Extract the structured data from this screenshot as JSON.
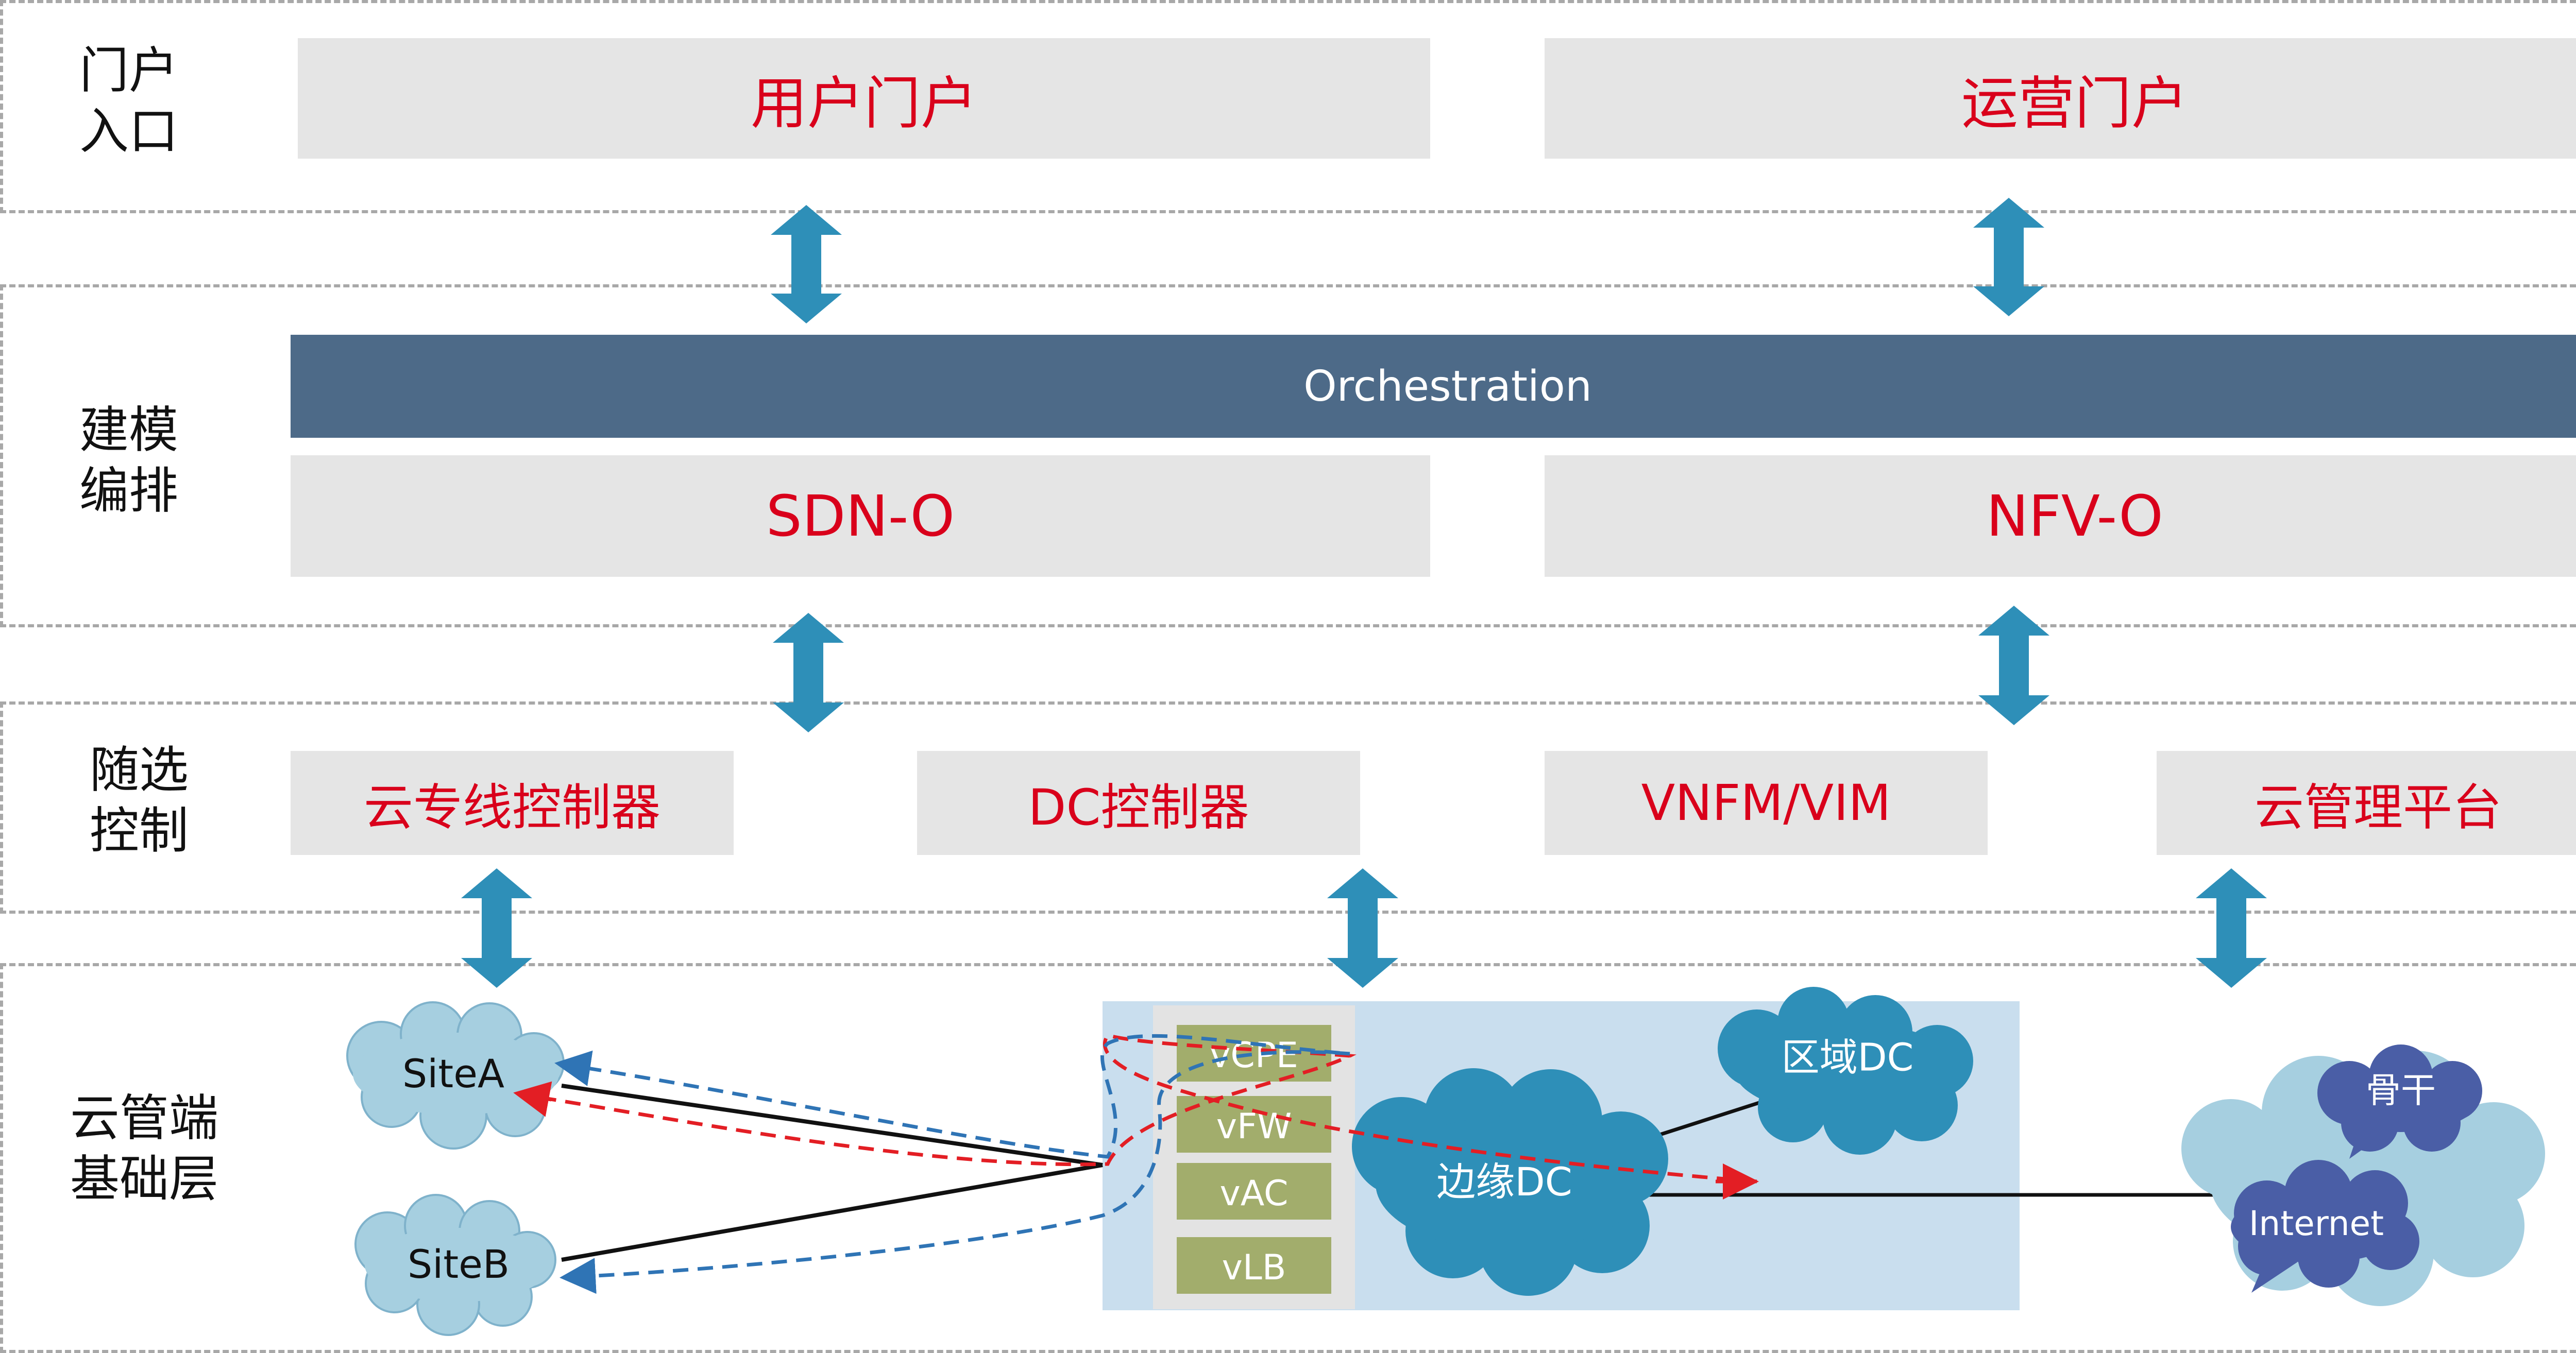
{
  "layers": {
    "portal": {
      "label": "门户\n入口",
      "user_portal": "用户门户",
      "ops_portal": "运营门户"
    },
    "orchestration": {
      "label": "建模\n编排",
      "bar": "Orchestration",
      "sdn_o": "SDN-O",
      "nfv_o": "NFV-O"
    },
    "control": {
      "label": "随选\n控制",
      "cloud_line_controller": "云专线控制器",
      "dc_controller": "DC控制器",
      "vnfm_vim": "VNFM/VIM",
      "cloud_mgmt": "云管理平台"
    },
    "infrastructure": {
      "label": "云管端\n基础层",
      "site_a": "SiteA",
      "site_b": "SiteB",
      "vnfs": [
        "vCPE",
        "vFW",
        "vAC",
        "vLB"
      ],
      "regional_dc": "区域DC",
      "edge_dc": "边缘DC",
      "backbone": "骨干",
      "internet": "Internet"
    }
  },
  "colors": {
    "accent_red": "#d9001b",
    "orchestration_bar": "#4d6a88",
    "arrow": "#2e8fb8",
    "box_gray": "#e5e5e5",
    "dc_zone": "#c9deee",
    "vnf_green": "#a2ad6c",
    "site_cloud": "#a6cfe0",
    "dc_cloud": "#2e8fb8",
    "internet_cloud": "#4a5ea6"
  }
}
